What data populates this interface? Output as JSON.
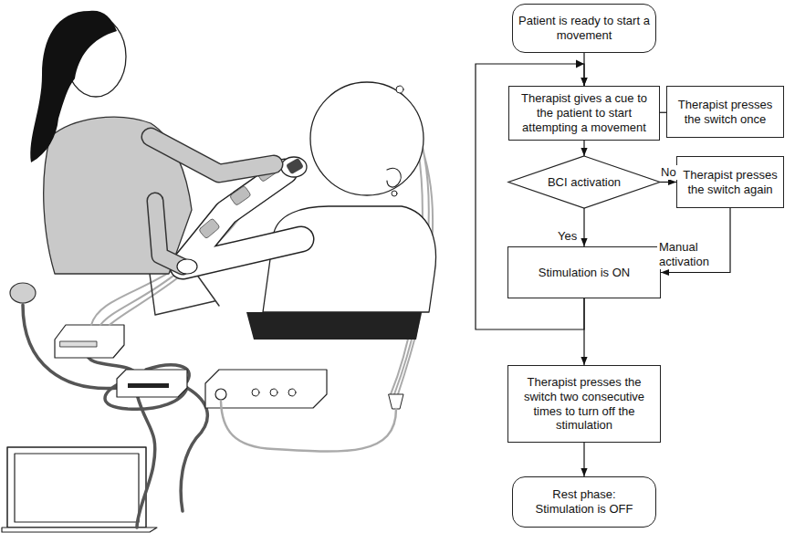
{
  "diagram": {
    "nodes": [
      {
        "text": [
          "Patient is ready to start a movement"
        ]
      },
      {
        "text": [
          "Therapist gives a cue to the patient to start attempting a movement"
        ]
      },
      {
        "text": [
          "Therapist presses the switch once"
        ]
      },
      {
        "text": [
          "BCI activation"
        ]
      },
      {
        "text": [
          "Therapist presses the switch again"
        ]
      },
      {
        "text": [
          "Stimulation is ON"
        ]
      },
      {
        "text": [
          "Therapist presses the switch two consecutive times to turn off the stimulation"
        ]
      },
      {
        "text": [
          "Rest phase: Stimulation is OFF"
        ]
      }
    ],
    "edges": [
      {
        "from": 0,
        "to": 1,
        "arrow": "to"
      },
      {
        "from": 1,
        "to": 2,
        "arrow": "none"
      },
      {
        "from": 1,
        "to": 3,
        "arrow": "to"
      },
      {
        "from": 3,
        "to": 4,
        "arrow": "to",
        "label": "No"
      },
      {
        "from": 3,
        "to": 5,
        "arrow": "to",
        "label": "Yes"
      },
      {
        "from": 4,
        "to": 5,
        "arrow": "to",
        "label": "Manual activation"
      },
      {
        "from": 5,
        "to": 1,
        "arrow": "to"
      },
      {
        "from": 5,
        "to": 6,
        "arrow": "to"
      },
      {
        "from": 6,
        "to": 7,
        "arrow": "to"
      }
    ]
  }
}
